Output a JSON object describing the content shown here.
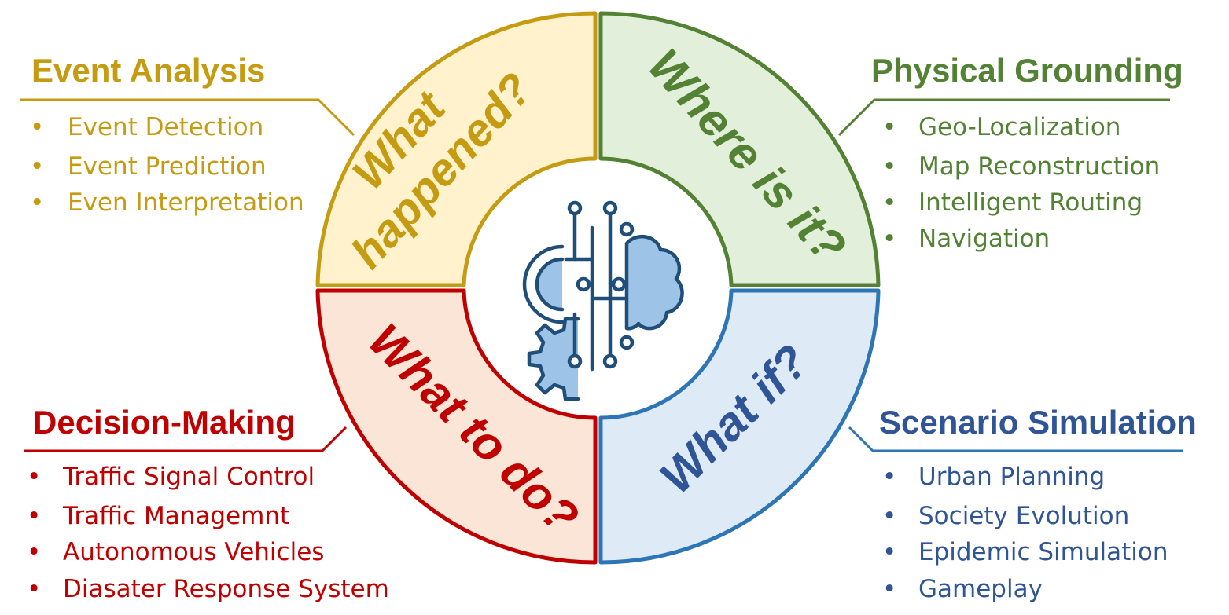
{
  "center_icon": "ai-brain-gear-circuit-icon",
  "quadrants": {
    "top_left": {
      "question_lines": [
        "What",
        "happened?"
      ],
      "heading": "Event Analysis",
      "items": [
        "Event Detection",
        "Event Prediction",
        "Even Interpretation"
      ],
      "color": "#C59B12",
      "fill": "#FFF2CC"
    },
    "top_right": {
      "question_lines": [
        "Where is it?"
      ],
      "heading": "Physical Grounding",
      "items": [
        "Geo-Localization",
        "Map Reconstruction",
        "Intelligent Routing",
        "Navigation"
      ],
      "color": "#548235",
      "fill": "#E2EFDA"
    },
    "bottom_left": {
      "question_lines": [
        "What to do?"
      ],
      "heading": "Decision-Making",
      "items": [
        "Traffic Signal Control",
        "Traffic Managemnt",
        "Autonomous Vehicles",
        "Diasater Response System"
      ],
      "color": "#C00000",
      "fill": "#FBE5D6"
    },
    "bottom_right": {
      "question_lines": [
        "What if?"
      ],
      "heading": "Scenario Simulation",
      "items": [
        "Urban Planning",
        "Society Evolution",
        "Epidemic Simulation",
        "Gameplay"
      ],
      "color": "#2F5597",
      "fill": "#DEEBF7",
      "border": "#2E75B6"
    }
  },
  "bullet_glyph": "•"
}
